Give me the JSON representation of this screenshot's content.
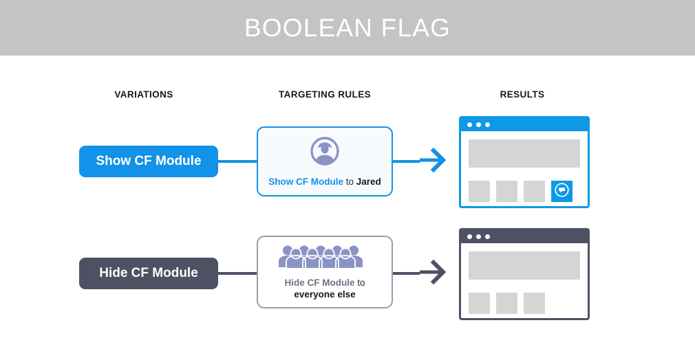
{
  "header": {
    "title": "BOOLEAN FLAG",
    "background_color": "#c4c4c4",
    "title_color": "#ffffff"
  },
  "columns": {
    "variations": "VARIATIONS",
    "targeting_rules": "TARGETING RULES",
    "results": "RESULTS"
  },
  "colors": {
    "blue": "#1292e8",
    "blue_bar": "#0d99e5",
    "slate": "#4d5163",
    "slate_border": "#9a9cab",
    "icon_purple": "#8b93c4",
    "placeholder_gray": "#d5d5d5",
    "card_blue_fill": "#f7fbfe",
    "text_dark": "#16181d",
    "text_gray": "#6e7183"
  },
  "rows": [
    {
      "variation_label": "Show CF Module",
      "variation_style": "blue",
      "rule_icon": "person-circle-icon",
      "rule_text": {
        "emphasis": "Show CF Module",
        "connector": " to ",
        "target": "Jared",
        "line_break": false
      },
      "result": {
        "window_style": "blue",
        "dots": 3,
        "tiles": 4,
        "active_tile_index": 3,
        "active_tile_icon": "chat-bubble-icon"
      }
    },
    {
      "variation_label": "Hide CF Module",
      "variation_style": "slate",
      "rule_icon": "crowd-people-icon",
      "rule_text": {
        "emphasis": "Hide CF Module",
        "connector": " to",
        "target": "everyone else",
        "line_break": true
      },
      "result": {
        "window_style": "slate",
        "dots": 3,
        "tiles": 3,
        "active_tile_index": -1,
        "active_tile_icon": ""
      }
    }
  ]
}
